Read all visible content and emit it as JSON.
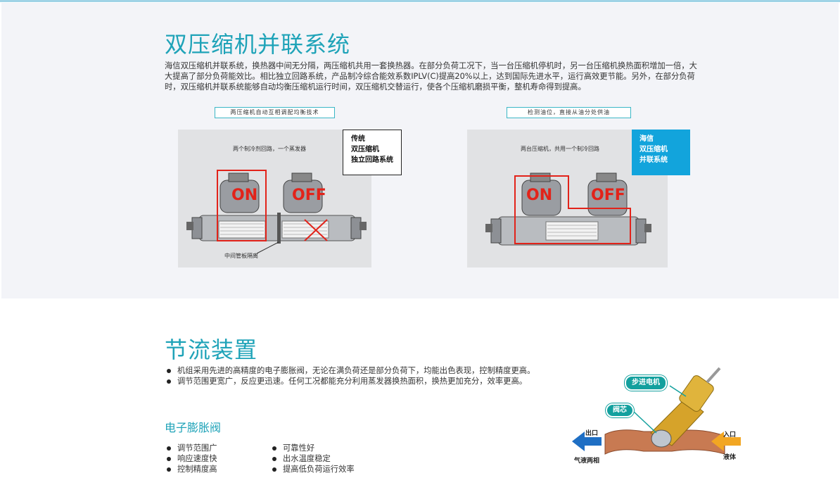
{
  "section1": {
    "title": "双压缩机并联系统",
    "paragraph": "海信双压缩机并联系统，换热器中间无分隔，两压缩机共用一套换热器。在部分负荷工况下，当一台压缩机停机时，另一台压缩机换热面积增加一倍，大大提高了部分负荷能效比。相比独立回路系统，产品制冷综合能效系数IPLV(C)提高20%以上，达到国际先进水平，运行高效更节能。另外，在部分负荷时，双压缩机并联系统能够自动均衡压缩机运行时间，双压缩机交替运行，使各个压缩机磨损平衡，整机寿命得到提高。",
    "left": {
      "caption": "两压缩机自动互相调配均衡技术",
      "note": "两个制冷剂回路，一个蒸发器",
      "bottom_note": "中间管板隔离",
      "on": "ON",
      "off": "OFF",
      "callout": [
        "传统",
        "双压缩机",
        "独立回路系统"
      ]
    },
    "right": {
      "caption": "检测油位，直接从油分处供油",
      "note": "两台压缩机，共用一个制冷回路",
      "on": "ON",
      "off": "OFF",
      "callout": [
        "海信",
        "双压缩机",
        "并联系统"
      ]
    }
  },
  "section2": {
    "title": "节流装置",
    "bullets": [
      "机组采用先进的高精度的电子膨胀阀，无论在满负荷还是部分负荷下，均能出色表现，控制精度更高。",
      "调节范围更宽广，反应更迅速。任何工况都能充分利用蒸发器换热面积，换热更加充分，效率更高。"
    ],
    "subtitle": "电子膨胀阀",
    "features_left": [
      "调节范围广",
      "响应速度快",
      "控制精度高"
    ],
    "features_right": [
      "可靠性好",
      "出水温度稳定",
      "提高低负荷运行效率"
    ],
    "diagram": {
      "motor_label": "步进电机",
      "core_label": "阀芯",
      "outlet_label": "出口",
      "inlet_label": "入口",
      "two_phase_label": "气液两相",
      "liquid_label": "液体"
    }
  },
  "colors": {
    "accent": "#1fa3b8",
    "callout_blue": "#12a4dc",
    "red_mark": "#e2231a",
    "pill": "#13a09e"
  }
}
